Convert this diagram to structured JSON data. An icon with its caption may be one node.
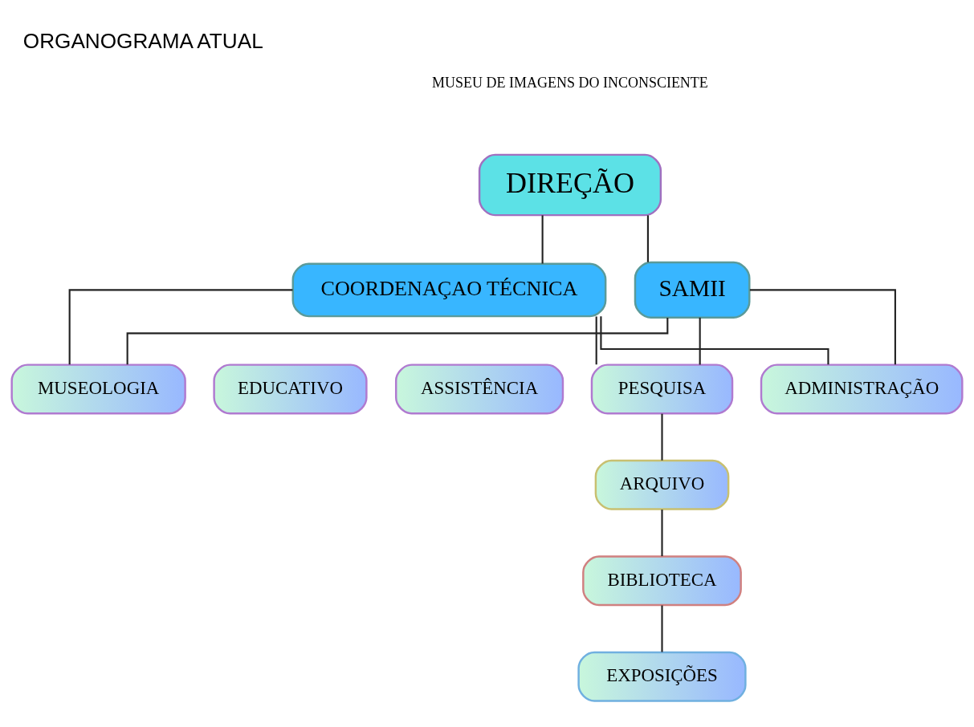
{
  "diagram": {
    "title": "ORGANOGRAMA ATUAL",
    "nodes": [
      {
        "text": [
          "DIREÇÃO"
        ]
      },
      {
        "text": [
          "COORDENAÇAO TÉCNICA"
        ]
      },
      {
        "text": [
          "SAMII"
        ]
      },
      {
        "text": [
          "MUSEOLOGIA"
        ]
      },
      {
        "text": [
          "EDUCATIVO"
        ]
      },
      {
        "text": [
          "ASSISTÊNCIA"
        ]
      },
      {
        "text": [
          "PESQUISA"
        ]
      },
      {
        "text": [
          "ADMINISTRAÇÃO"
        ]
      },
      {
        "text": [
          "ARQUIVO"
        ]
      },
      {
        "text": [
          "BIBLIOTECA"
        ]
      },
      {
        "text": [
          "EXPOSIÇÕES"
        ]
      }
    ],
    "edges": [
      {
        "from": 0,
        "to": 1,
        "arrow": "none"
      },
      {
        "from": 0,
        "to": 2,
        "arrow": "none"
      },
      {
        "from": 1,
        "to": 3,
        "arrow": "none"
      },
      {
        "from": 1,
        "to": 6,
        "arrow": "none"
      },
      {
        "from": 1,
        "to": 7,
        "arrow": "none"
      },
      {
        "from": 2,
        "to": 3,
        "arrow": "none"
      },
      {
        "from": 2,
        "to": 6,
        "arrow": "none"
      },
      {
        "from": 2,
        "to": 7,
        "arrow": "none"
      },
      {
        "from": 6,
        "to": 8,
        "arrow": "none"
      },
      {
        "from": 8,
        "to": 9,
        "arrow": "none"
      },
      {
        "from": 9,
        "to": 10,
        "arrow": "none"
      }
    ],
    "labels": [
      "MUSEU DE IMAGENS DO INCONSCIENTE"
    ]
  }
}
